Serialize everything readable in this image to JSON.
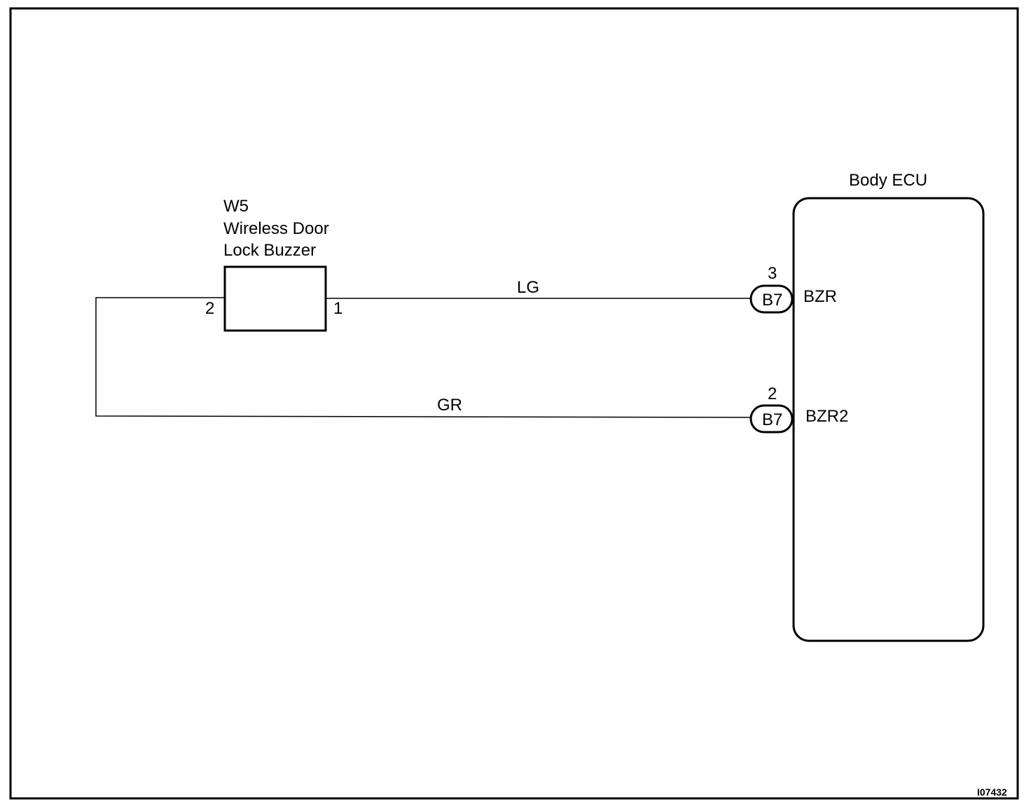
{
  "component": {
    "code": "W5",
    "name_line1": "Wireless Door",
    "name_line2": "Lock Buzzer",
    "pin_left": "2",
    "pin_right": "1"
  },
  "ecu": {
    "title": "Body ECU"
  },
  "wires": [
    {
      "color_code": "LG",
      "connector": "B7",
      "pin": "3",
      "terminal": "BZR"
    },
    {
      "color_code": "GR",
      "connector": "B7",
      "pin": "2",
      "terminal": "BZR2"
    }
  ],
  "figure_id": "I07432"
}
